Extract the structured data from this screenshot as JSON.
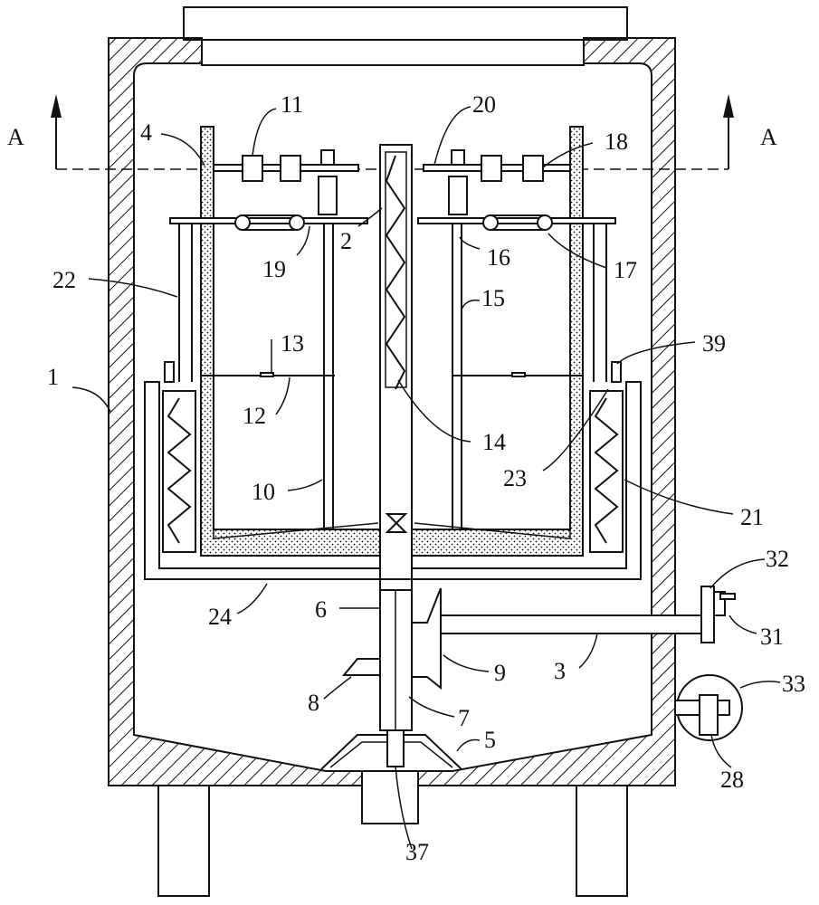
{
  "section_marks": {
    "left": "A",
    "right": "A"
  },
  "labels": {
    "l1": "1",
    "l2": "2",
    "l3": "3",
    "l4": "4",
    "l5": "5",
    "l6": "6",
    "l7": "7",
    "l8": "8",
    "l9": "9",
    "l10": "10",
    "l11": "11",
    "l12": "12",
    "l13": "13",
    "l14": "14",
    "l15": "15",
    "l16": "16",
    "l17": "17",
    "l18": "18",
    "l19": "19",
    "l20": "20",
    "l21": "21",
    "l22": "22",
    "l23": "23",
    "l24": "24",
    "l28": "28",
    "l31": "31",
    "l32": "32",
    "l33": "33",
    "l37": "37",
    "l39": "39"
  },
  "colors": {
    "line": "#111111",
    "background": "#ffffff"
  }
}
